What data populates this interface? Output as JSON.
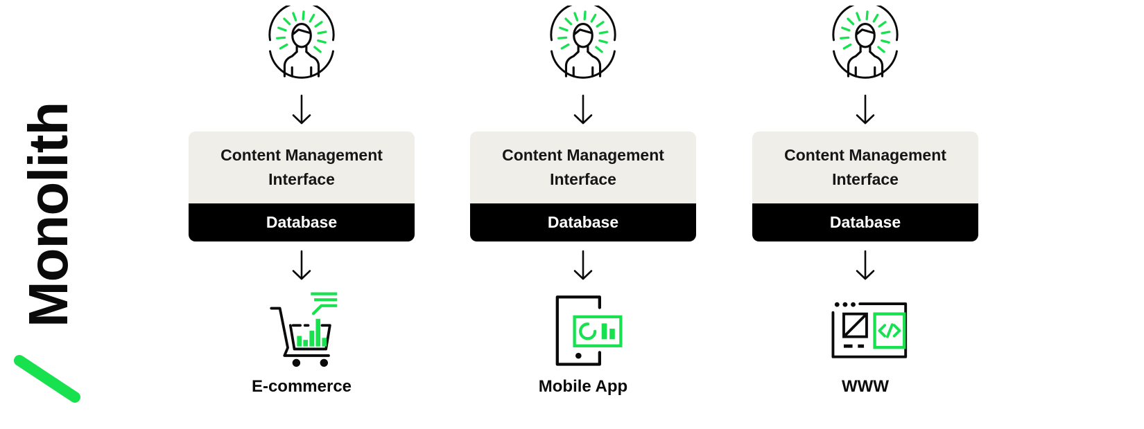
{
  "brand": {
    "title": "Monolith",
    "slash_icon": "diagonal-slash-icon"
  },
  "colors": {
    "accent_green": "#17E14F",
    "box_gray": "#F0EEE9",
    "box_black": "#000000",
    "text_black": "#0A0A0A",
    "background": "#FFFFFF"
  },
  "columns": [
    {
      "user_icon": "person-in-circle-rays-icon",
      "arrow_icon": "down-arrow-icon",
      "box": {
        "interface_label": "Content Management Interface",
        "database_label": "Database"
      },
      "output_icon": "shopping-cart-analytics-icon",
      "output_label": "E-commerce"
    },
    {
      "user_icon": "person-in-circle-rays-icon",
      "arrow_icon": "down-arrow-icon",
      "box": {
        "interface_label": "Content Management Interface",
        "database_label": "Database"
      },
      "output_icon": "mobile-phone-refresh-chart-icon",
      "output_label": "Mobile App"
    },
    {
      "user_icon": "person-in-circle-rays-icon",
      "arrow_icon": "down-arrow-icon",
      "box": {
        "interface_label": "Content Management Interface",
        "database_label": "Database"
      },
      "output_icon": "browser-window-code-icon",
      "output_label": "WWW"
    }
  ]
}
